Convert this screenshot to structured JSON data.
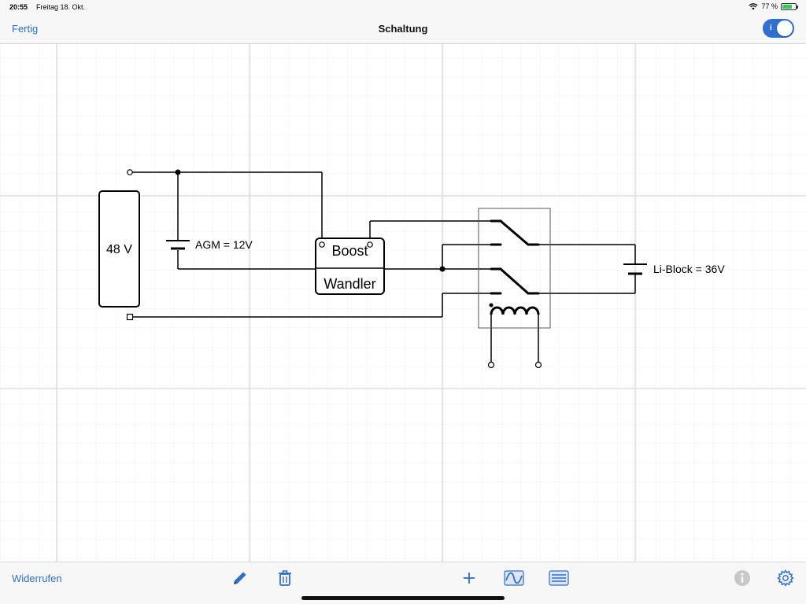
{
  "status": {
    "time": "20:55",
    "date": "Freitag 18. Okt.",
    "battery": "77 %",
    "battery_level": 0.77
  },
  "nav": {
    "left_button": "Fertig",
    "title": "Schaltung",
    "toggle_mark": "i"
  },
  "diagram": {
    "battery_48": "48 V",
    "agm_label": "AGM = 12V",
    "boost_top": "Boost",
    "boost_bottom": "Wandler",
    "li_label": "Li-Block = 36V"
  },
  "toolbar": {
    "undo": "Widerrufen",
    "icons": [
      "pencil-icon",
      "trash-icon",
      "plus-icon",
      "wave-icon",
      "list-icon",
      "info-icon",
      "gear-icon"
    ]
  },
  "colors": {
    "accent": "#2f6fd0",
    "grid_minor": "#f0f0f0",
    "grid_major": "#dddddd",
    "battery_fill": "#34c759"
  }
}
